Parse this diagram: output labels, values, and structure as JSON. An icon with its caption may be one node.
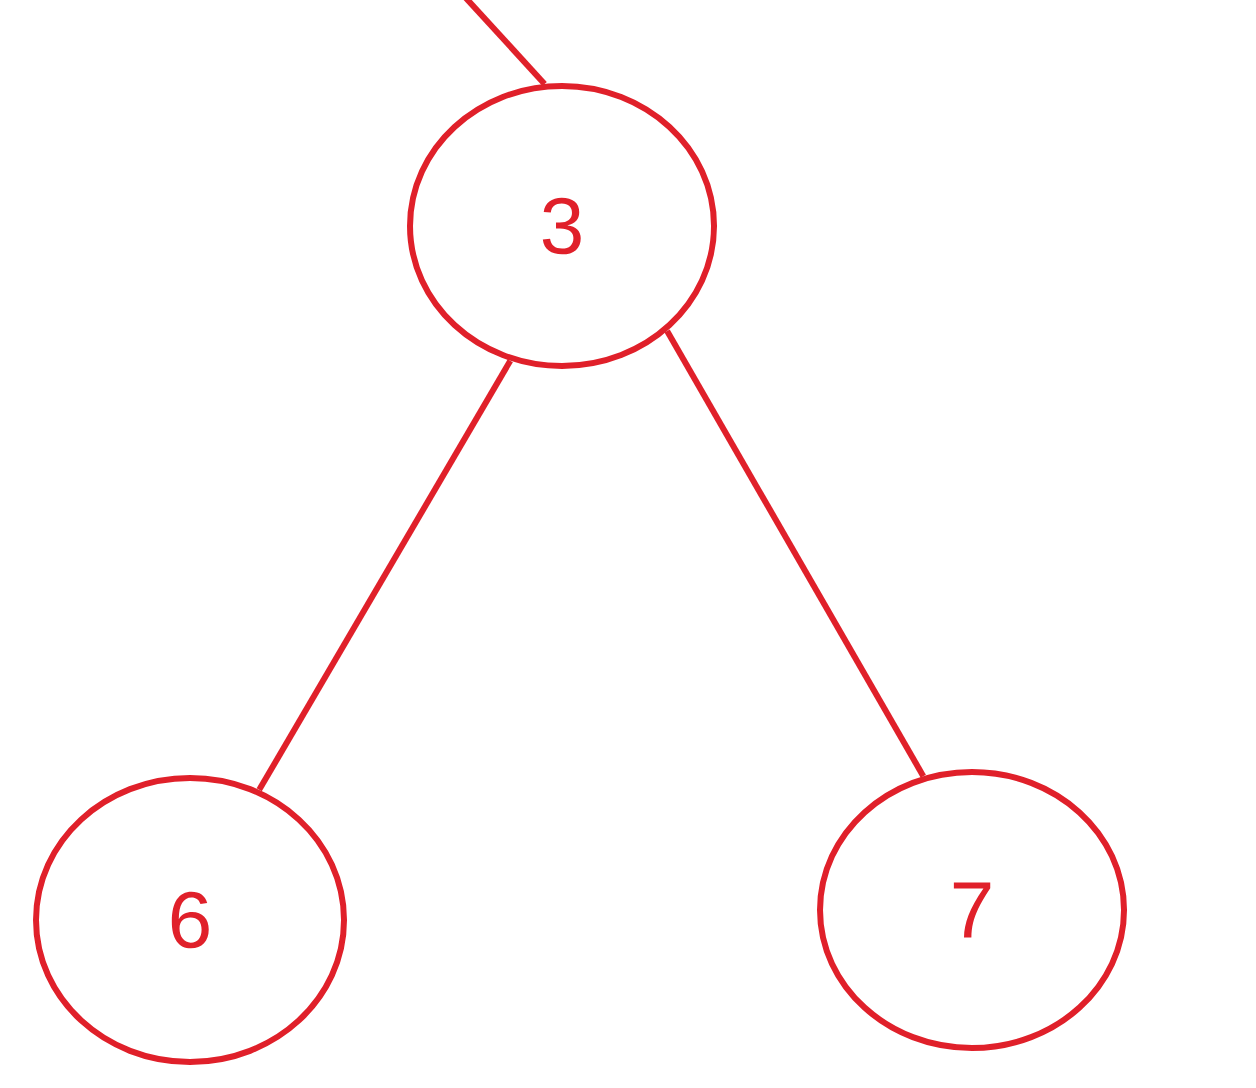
{
  "diagram": {
    "nodes": [
      {
        "text": [
          "3"
        ]
      },
      {
        "text": [
          "6"
        ]
      },
      {
        "text": [
          "7"
        ]
      }
    ],
    "edges": [
      {
        "from": null,
        "to": 0,
        "arrow": "none"
      },
      {
        "from": 0,
        "to": 1,
        "arrow": "none"
      },
      {
        "from": 0,
        "to": 2,
        "arrow": "none"
      }
    ]
  }
}
